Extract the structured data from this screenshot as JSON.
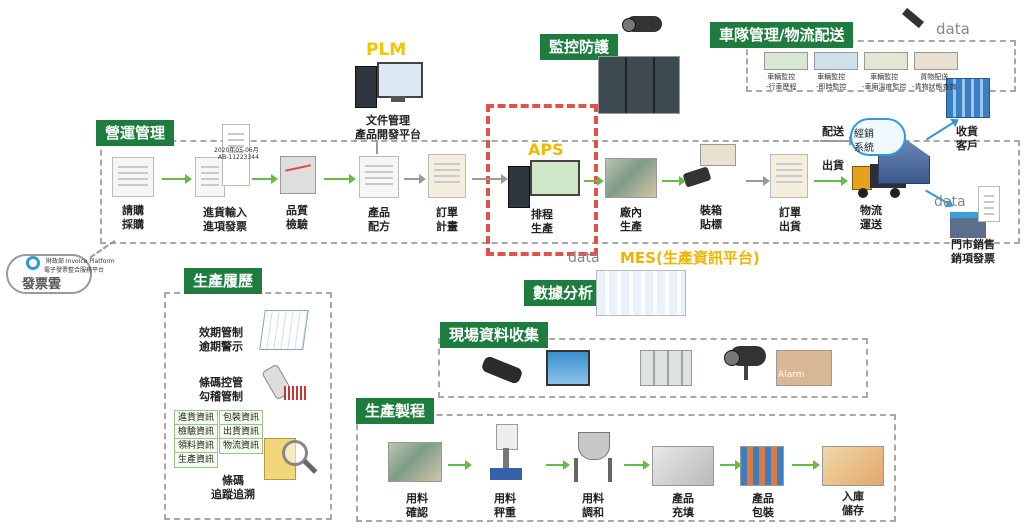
{
  "sections": {
    "operations": "營運管理",
    "history": "生產履歷",
    "data_analysis": "數據分析",
    "field_data": "現場資料收集",
    "production": "生產製程",
    "monitoring": "監控防護",
    "fleet": "車隊管理/物流配送"
  },
  "plm": {
    "title": "PLM",
    "line1": "文件管理",
    "line2": "產品開發平台"
  },
  "aps": {
    "title": "APS",
    "line1": "排程",
    "line2": "生產"
  },
  "mes": {
    "title": "MES(生產資訊平台)"
  },
  "operations_flow": [
    {
      "line1": "請購",
      "line2": "採購",
      "icon": "po-document-icon"
    },
    {
      "line1": "進貨輸入",
      "line2": "進項發票",
      "icon": "po-invoice-icon"
    },
    {
      "line1": "品質",
      "line2": "檢驗",
      "icon": "quality-meter-icon"
    },
    {
      "line1": "產品",
      "line2": "配方",
      "icon": "formula-document-icon"
    },
    {
      "line1": "訂單",
      "line2": "計畫",
      "icon": "order-document-icon"
    },
    {
      "line1": "廠內",
      "line2": "生產",
      "icon": "factory-photo-icon"
    },
    {
      "line1": "裝箱",
      "line2": "貼標",
      "icon": "label-printer-icon"
    },
    {
      "line1": "訂單",
      "line2": "出貨",
      "icon": "shipping-document-icon"
    },
    {
      "line1": "物流",
      "line2": "運送",
      "icon": "truck-icon"
    }
  ],
  "logistics": {
    "delivery": "配送",
    "ship": "出貨",
    "system_line1": "經銷",
    "system_line2": "系統",
    "customer_line1": "收貨",
    "customer_line2": "客戶",
    "store_line1": "門市銷售",
    "store_line2": "銷項發票"
  },
  "fleet_screens": [
    {
      "line1": "車輛監控",
      "line2": "-行車歷程"
    },
    {
      "line1": "車輛監控",
      "line2": "-即時監控"
    },
    {
      "line1": "車輛監控",
      "line2": "-車廂溫度監控"
    },
    {
      "line1": "貨物配送",
      "line2": "-貨物狀態查詢"
    }
  ],
  "data_badge": "data",
  "invoice_receipt": {
    "line1": "2020年05-06月",
    "line2": "AB-11223344"
  },
  "invoice_cloud": {
    "name": "發票雲",
    "line1": "財政部 Invoice Platform",
    "line2": "電子發票整合服務平台"
  },
  "history_items": [
    {
      "line1": "效期管制",
      "line2": "逾期警示"
    },
    {
      "line1": "條碼控管",
      "line2": "勾稽管制"
    },
    {
      "line1": "條碼",
      "line2": "追蹤追溯"
    }
  ],
  "history_fields": [
    "進貨資訊",
    "包裝資訊",
    "檢驗資訊",
    "出貨資訊",
    "領料資訊",
    "物流資訊",
    "生產資訊"
  ],
  "field_alarm": "Alarm",
  "production_steps": [
    {
      "line1": "用料",
      "line2": "確認"
    },
    {
      "line1": "用料",
      "line2": "秤重"
    },
    {
      "line1": "用料",
      "line2": "調和"
    },
    {
      "line1": "產品",
      "line2": "充填"
    },
    {
      "line1": "產品",
      "line2": "包裝"
    },
    {
      "line1": "入庫",
      "line2": "儲存"
    }
  ],
  "colors": {
    "tag_green": "#1e7d3e",
    "arrow_green": "#66bb44",
    "aps_border": "#e2524a",
    "plm_yellow": "#f4c400",
    "mes_yellow": "#f0b400"
  }
}
